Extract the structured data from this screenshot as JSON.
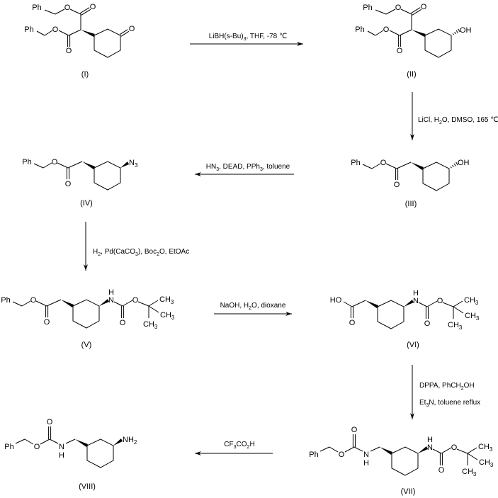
{
  "atoms": {
    "Ph": "Ph",
    "O": "O",
    "OH": "OH",
    "HO": "HO",
    "N": "N",
    "H": "H",
    "N3": [
      "N",
      "3"
    ],
    "CH3": [
      "CH",
      "3"
    ],
    "NH2": [
      "NH",
      "2"
    ]
  },
  "compounds": {
    "c1": "(I)",
    "c2": "(II)",
    "c3": "(III)",
    "c4": "(IV)",
    "c5": "(V)",
    "c6": "(VI)",
    "c7": "(VII)",
    "c8": "(VIII)"
  },
  "reagents": {
    "r1": [
      "LiBH(s-Bu)",
      "3",
      ", THF, -78 ℃"
    ],
    "r2": [
      "LiCl, H",
      "2",
      "O, DMSO, 165 ℃"
    ],
    "r3": [
      "HN",
      "3",
      ", DEAD, PPh",
      "3",
      ", toluene"
    ],
    "r4": [
      "H",
      "2",
      ", Pd(CaCO",
      "3",
      "), Boc",
      "2",
      "O, EtOAc"
    ],
    "r5": [
      "NaOH, H",
      "2",
      "O, dioxane"
    ],
    "r6a": [
      "DPPA, PhCH",
      "2",
      "OH"
    ],
    "r6b": [
      "Et",
      "3",
      "N, toluene reflux"
    ],
    "r7": [
      "CF",
      "3",
      "CO",
      "2",
      "H"
    ]
  }
}
